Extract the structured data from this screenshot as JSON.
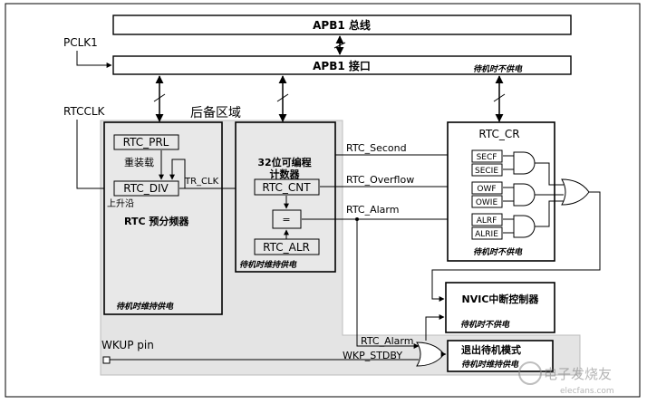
{
  "bus": {
    "apb1_bus": "APB1 总线",
    "apb1_interface": "APB1 接口",
    "standby_no_power_top": "待机时不供电"
  },
  "signals": {
    "pclk1": "PCLK1",
    "rtcclk": "RTCCLK",
    "tr_clk": "TR_CLK",
    "rtc_second": "RTC_Second",
    "rtc_overflow": "RTC_Overflow",
    "rtc_alarm": "RTC_Alarm",
    "rtc_alarm_2": "RTC_Alarm",
    "wkup_pin": "WKUP pin",
    "wkp_stdby": "WKP_STDBY"
  },
  "backup": {
    "label": "后备区域",
    "rtc_prl": "RTC_PRL",
    "reload": "重装载",
    "rtc_div": "RTC_DIV",
    "rising_edge": "上升沿",
    "prescaler_title": "RTC 预分频器",
    "standby_keep_power": "待机时维持供电",
    "counter_title_1": "32位可编程",
    "counter_title_2": "计数器",
    "rtc_cnt": "RTC_CNT",
    "equals": "=",
    "rtc_alr": "RTC_ALR",
    "counter_standby_keep_power": "待机时维持供电"
  },
  "rtc_cr": {
    "title": "RTC_CR",
    "secf": "SECF",
    "secie": "SECIE",
    "owf": "OWF",
    "owie": "OWIE",
    "alrf": "ALRF",
    "alrie": "ALRIE",
    "standby_no_power": "待机时不供电"
  },
  "nvic": {
    "title": "NVIC中断控制器",
    "standby_no_power": "待机时不供电"
  },
  "exit_standby": {
    "title": "退出待机模式",
    "standby_keep_power": "待机时维持供电"
  },
  "watermark": {
    "text": "电子发烧友",
    "site": "elecfans.com"
  }
}
